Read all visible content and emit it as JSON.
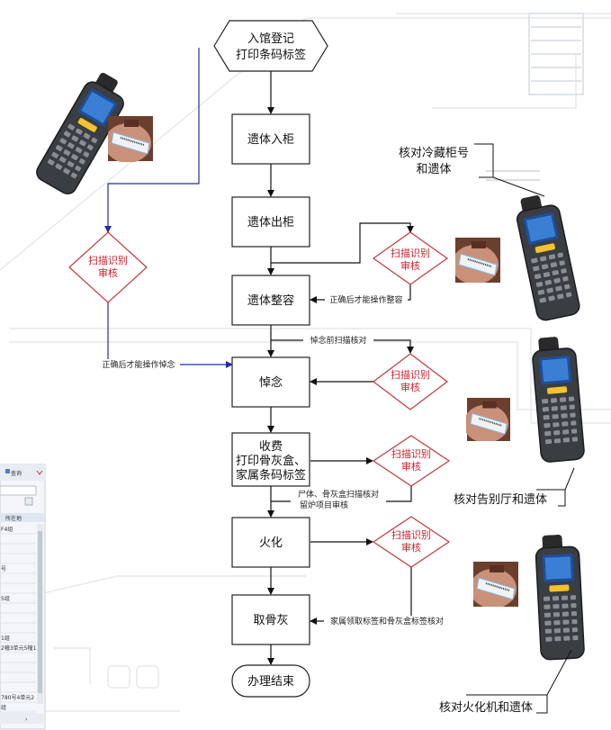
{
  "nodes": {
    "start": [
      "入馆登记",
      "打印条码标签"
    ],
    "cabinet_in": "遗体入柜",
    "cabinet_out": "遗体出柜",
    "makeup": "遗体整容",
    "mourning": "悼念",
    "fee": [
      "收费",
      "打印骨灰盒、",
      "家属条码标签"
    ],
    "cremation": "火化",
    "ashes": "取骨灰",
    "end": "办理结束"
  },
  "scan_label": [
    "扫描识别",
    "审核"
  ],
  "edge_labels": {
    "makeup_check": "正确后才能操作整容",
    "pre_mourning": "悼念前扫描核对",
    "mourning_check": "正确后才能操作悼念",
    "fee_check": [
      "尸体、骨灰盒扫描核对",
      "留炉项目审核"
    ],
    "ashes_check": "家属领取标签和骨灰盒标签核对"
  },
  "side_labels": {
    "cabinet_check": [
      "核对冷藏柜号",
      "和遗体"
    ],
    "hall_check": "核对告别厅和遗体",
    "cremator_check": "核对火化机和遗体"
  },
  "panel": {
    "query_label": "查询",
    "header": "所在地",
    "rows": [
      "F4组",
      "",
      "",
      "",
      "号",
      "",
      "",
      "5组",
      "",
      "",
      "",
      "1组",
      "2幢3单元5幢1",
      "",
      "",
      "",
      "",
      "780号4单元2",
      "组"
    ]
  },
  "colors": {
    "box_stroke": "#222222",
    "flow": "#111111",
    "scan_flow": "#1f2fa8",
    "scan_text": "#d0202c"
  },
  "icons": [
    "barcode-scanner-icon",
    "wristband-photo"
  ]
}
